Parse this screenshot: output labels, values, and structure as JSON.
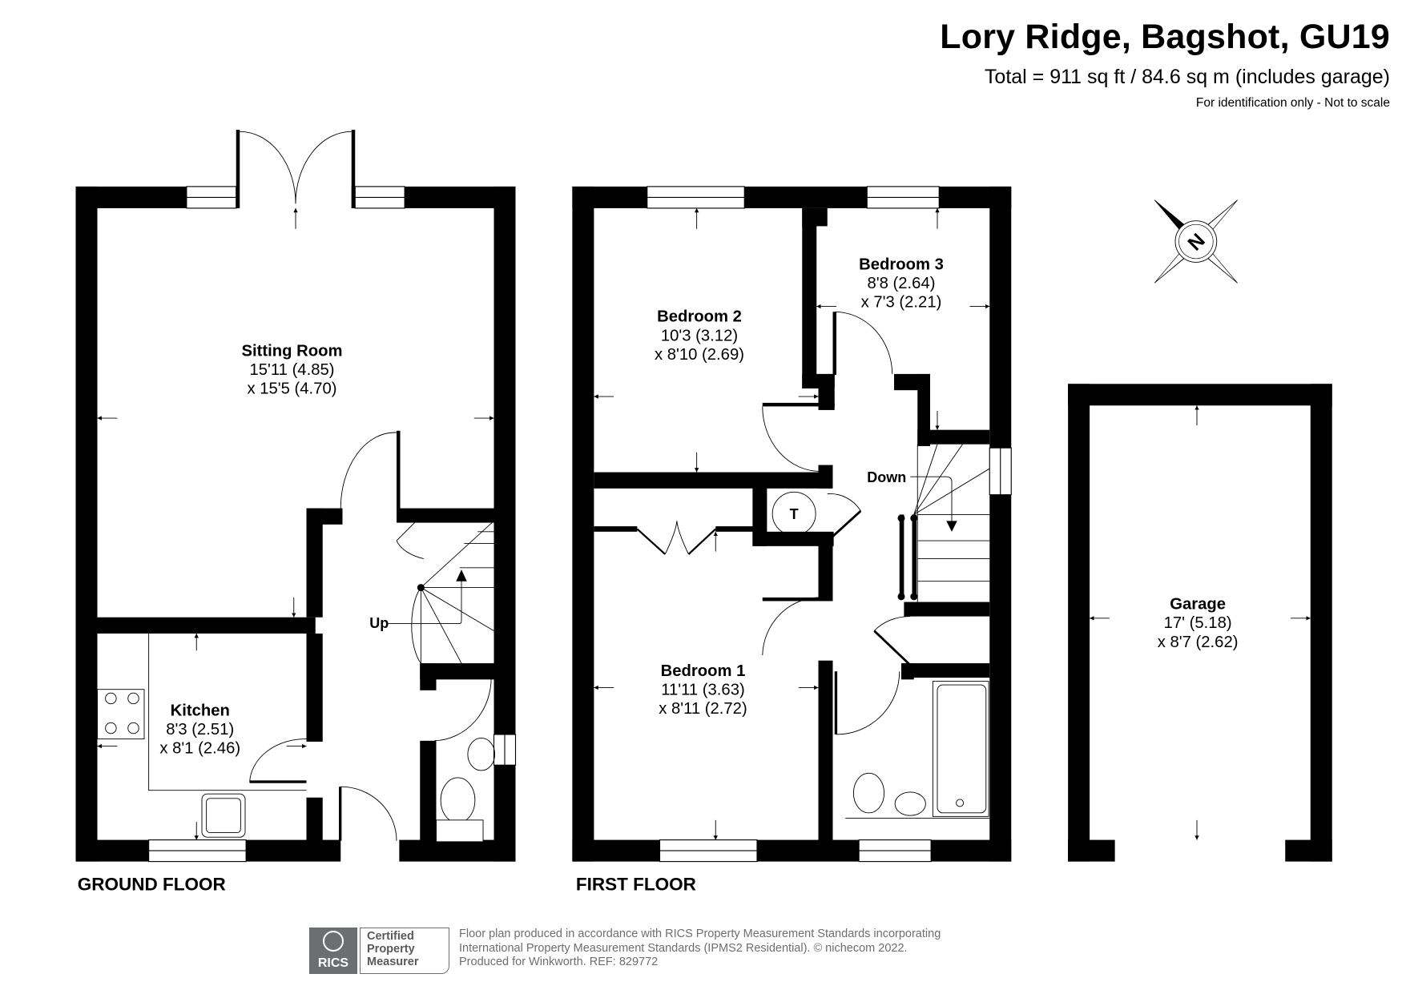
{
  "header": {
    "title": "Lory Ridge, Bagshot, GU19",
    "total_area": "Total = 911 sq ft / 84.6 sq m (includes garage)",
    "disclaimer": "For identification only - Not to scale"
  },
  "floors": {
    "ground": {
      "label": "GROUND FLOOR",
      "rooms": [
        {
          "name": "Sitting Room",
          "dim1": "15'11 (4.85)",
          "dim2": "x 15'5 (4.70)"
        },
        {
          "name": "Kitchen",
          "dim1": "8'3 (2.51)",
          "dim2": "x 8'1 (2.46)"
        }
      ],
      "stairs_label": "Up"
    },
    "first": {
      "label": "FIRST FLOOR",
      "rooms": [
        {
          "name": "Bedroom 2",
          "dim1": "10'3 (3.12)",
          "dim2": "x 8'10 (2.69)"
        },
        {
          "name": "Bedroom 3",
          "dim1": "8'8 (2.64)",
          "dim2": "x 7'3 (2.21)"
        },
        {
          "name": "Bedroom 1",
          "dim1": "11'11 (3.63)",
          "dim2": "x 8'11 (2.72)"
        }
      ],
      "stairs_label": "Down",
      "cylinder_label": "T"
    },
    "garage": {
      "rooms": [
        {
          "name": "Garage",
          "dim1": "17' (5.18)",
          "dim2": "x 8'7 (2.62)"
        }
      ]
    }
  },
  "compass": {
    "label": "N"
  },
  "footer": {
    "rics_logo": "RICS",
    "badge_line1": "Certified",
    "badge_line2": "Property",
    "badge_line3": "Measurer",
    "text_line1": "Floor plan produced in accordance with RICS Property Measurement Standards incorporating",
    "text_line2": "International Property Measurement Standards (IPMS2 Residential).   © nichecom 2022.",
    "text_line3": "Produced for Winkworth.   REF: 829772"
  },
  "colors": {
    "wall": "#000000",
    "footer_grey": "#6d6e71"
  }
}
